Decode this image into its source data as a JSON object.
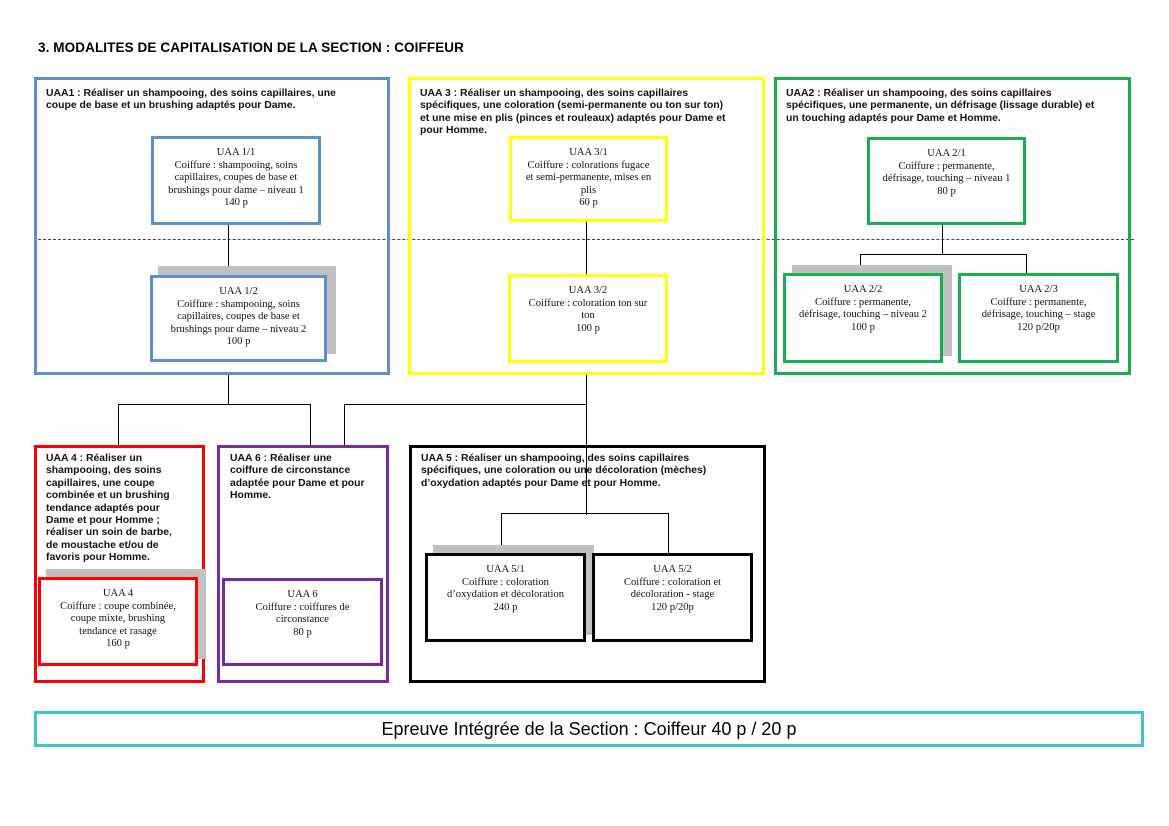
{
  "page": {
    "title": "3. MODALITES DE CAPITALISATION DE LA SECTION : COIFFEUR"
  },
  "colors": {
    "uaa1": "#5b8fd4",
    "uaa3": "#ffff00",
    "uaa2": "#1aae4e",
    "uaa4": "#ff0000",
    "uaa6": "#7a2aa0",
    "uaa5": "#000000",
    "footer": "#3cc8c8",
    "shadow": "#c0c0c0"
  },
  "groups": {
    "uaa1": {
      "title_lines": [
        "UAA1 : Réaliser un shampooing, des soins capillaires, une",
        "coupe de base et un brushing adaptés pour Dame."
      ],
      "nodes": [
        {
          "code": "UAA 1/1",
          "lines": [
            "Coiffure : shampooing, soins",
            "capillaires, coupes de base et",
            "brushings pour dame – niveau 1"
          ],
          "periods": "140 p"
        },
        {
          "code": "UAA 1/2",
          "lines": [
            "Coiffure : shampooing, soins",
            "capillaires, coupes de base et",
            "brushings  pour dame – niveau 2"
          ],
          "periods": "100 p"
        }
      ]
    },
    "uaa3": {
      "title_lines": [
        "UAA 3 : Réaliser un shampooing, des soins capillaires",
        "spécifiques, une coloration (semi-permanente ou ton sur ton)",
        "et une mise en plis (pinces et rouleaux) adaptés pour Dame et",
        "pour Homme."
      ],
      "nodes": [
        {
          "code": "UAA 3/1",
          "lines": [
            "Coiffure : colorations fugace",
            "et semi-permanente,  mises en",
            "plis"
          ],
          "periods": "60 p"
        },
        {
          "code": "UAA 3/2",
          "lines": [
            "Coiffure : coloration ton sur",
            "ton"
          ],
          "periods": "100 p"
        }
      ]
    },
    "uaa2": {
      "title_lines": [
        "UAA2 : Réaliser un shampooing, des soins capillaires",
        "spécifiques, une permanente, un défrisage (lissage durable) et",
        "un touching adaptés pour Dame et Homme."
      ],
      "nodes": [
        {
          "code": "UAA 2/1",
          "lines": [
            "Coiffure : permanente,",
            "défrisage, touching – niveau 1"
          ],
          "periods": "80 p"
        },
        {
          "code": "UAA 2/2",
          "lines": [
            "Coiffure : permanente,",
            "défrisage, touching – niveau 2"
          ],
          "periods": "100 p"
        },
        {
          "code": "UAA 2/3",
          "lines": [
            "Coiffure : permanente,",
            "défrisage, touching – stage"
          ],
          "periods": "120 p/20p"
        }
      ]
    },
    "uaa4": {
      "title_lines": [
        "UAA 4 : Réaliser un",
        "shampooing, des soins",
        "capillaires, une coupe",
        "combinée et un brushing",
        "tendance adaptés pour",
        "Dame et pour Homme ;",
        "réaliser un soin de barbe,",
        "de moustache et/ou de",
        "favoris pour Homme."
      ],
      "nodes": [
        {
          "code": "UAA 4",
          "lines": [
            "Coiffure : coupe combinée,",
            "coupe mixte, brushing",
            "tendance et rasage"
          ],
          "periods": "160 p"
        }
      ]
    },
    "uaa6": {
      "title_lines": [
        "UAA 6 : Réaliser une",
        "coiffure de circonstance",
        "adaptée pour Dame et pour",
        "Homme."
      ],
      "nodes": [
        {
          "code": "UAA 6",
          "lines": [
            "Coiffure : coiffures de",
            "circonstance"
          ],
          "periods": "80 p"
        }
      ]
    },
    "uaa5": {
      "title_lines": [
        "UAA 5 : Réaliser un shampooing, des soins capillaires",
        "spécifiques, une coloration ou une décoloration (mèches)",
        "d’oxydation adaptés pour Dame et pour Homme."
      ],
      "nodes": [
        {
          "code": "UAA 5/1",
          "lines": [
            "Coiffure : coloration",
            "d’oxydation et décoloration"
          ],
          "periods": "240 p"
        },
        {
          "code": "UAA 5/2",
          "lines": [
            "Coiffure : coloration et",
            "décoloration - stage"
          ],
          "periods": "120 p/20p"
        }
      ]
    }
  },
  "footer": {
    "label": "Epreuve Intégrée de la Section : Coiffeur 40 p / 20 p"
  }
}
